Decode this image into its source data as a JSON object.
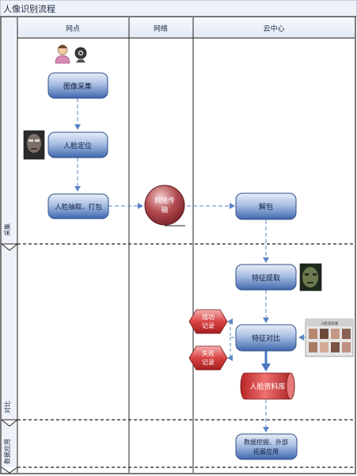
{
  "title": "人像识别流程",
  "lanes": {
    "col1": "网点",
    "col2": "网络",
    "col3": "云中心"
  },
  "rows": {
    "row1": "采集",
    "row2": "对比",
    "row3": "数据应用"
  },
  "nodes": {
    "capture": "图像采集",
    "face_locate": "人脸定位",
    "extract_pack": "人脸抽取、打包",
    "transmit_line1": "网络传",
    "transmit_line2": "输",
    "unpack": "解包",
    "feature_extract": "特征提取",
    "feature_compare": "特征对比",
    "success_line1": "成功",
    "success_line2": "记录",
    "fail_line1": "失败",
    "fail_line2": "记录",
    "face_db": "人脸资料库",
    "mining_line1": "数据挖掘、外部",
    "mining_line2": "拓展应用"
  },
  "library_label": "人脸资料库",
  "colors": {
    "header_bg": "#ecf1f8",
    "node_fill_top": "#dbe7f7",
    "node_fill_bottom": "#4d74b8",
    "node_stroke": "#2f4f8a",
    "arrow": "#5b86c7",
    "red_fill": "#d13a3a",
    "transmit_fill": "#a83a40"
  }
}
